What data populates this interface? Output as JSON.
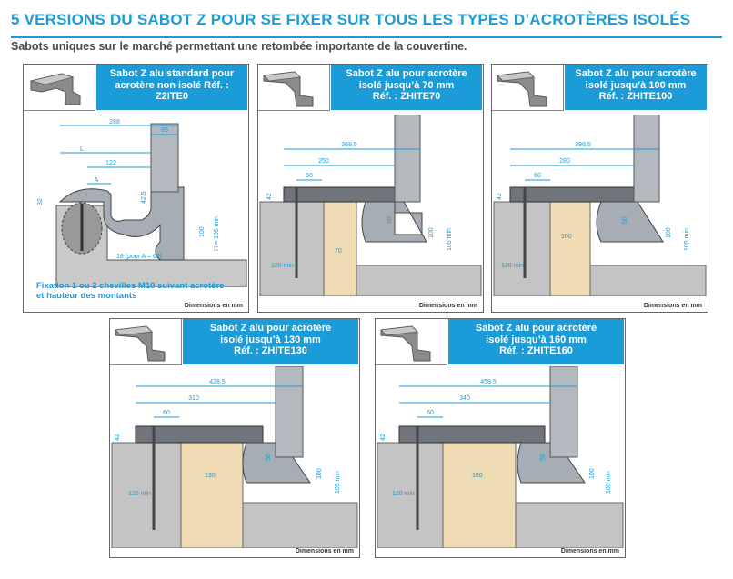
{
  "header": {
    "title": "5 VERSIONS DU SABOT Z POUR SE FIXER SUR TOUS LES TYPES D’ACROTÈRES ISOLÉS",
    "subtitle": "Sabots uniques sur le marché permettant une retombée importante de la couvertine."
  },
  "panels": {
    "p1": {
      "title_lines": [
        "Sabot Z alu standard pour",
        "acrotère non isolé Réf. :",
        "Z2ITE0"
      ],
      "dims": {
        "total": "288",
        "tube": "65",
        "l": "L",
        "mid": "122",
        "a": "A",
        "top": "42,5",
        "left": "32",
        "h100": "100",
        "h": "H = 105 min",
        "bottom": "18 (pour A = 60)"
      },
      "fixation": "Fixation 1 ou 2 chevilles M10 suivant acrotère et hauteur des montants",
      "footer": "Dimensions en mm"
    },
    "p2": {
      "title_lines": [
        "Sabot Z alu pour acrotère",
        "isolé jusqu’à 70 mm",
        "Réf. : ZHITE70"
      ],
      "dims": {
        "total": "368,5",
        "mid": "250",
        "small": "60",
        "left": "42",
        "b50": "50",
        "h100": "100",
        "h105": "105 min",
        "min120": "120 min",
        "ins": "70"
      },
      "footer": "Dimensions en mm"
    },
    "p3": {
      "title_lines": [
        "Sabot Z alu pour acrotère",
        "isolé jusqu’à 100 mm",
        "Réf. : ZHITE100"
      ],
      "dims": {
        "total": "398,5",
        "mid": "280",
        "small": "60",
        "left": "42",
        "b50": "50",
        "h100": "100",
        "h105": "105 min",
        "min120": "120 min",
        "ins": "100"
      },
      "footer": "Dimensions en mm"
    },
    "p4": {
      "title_lines": [
        "Sabot Z alu pour acrotère",
        "isolé jusqu’à 130 mm",
        "Réf. : ZHITE130"
      ],
      "dims": {
        "total": "428,5",
        "mid": "310",
        "small": "60",
        "left": "42",
        "b50": "50",
        "h100": "100",
        "h105": "105 min",
        "min120": "120 min",
        "ins": "130"
      },
      "footer": "Dimensions en mm"
    },
    "p5": {
      "title_lines": [
        "Sabot Z alu pour acrotère",
        "isolé jusqu’à 160 mm",
        "Réf. : ZHITE160"
      ],
      "dims": {
        "total": "458,5",
        "mid": "340",
        "small": "60",
        "left": "42",
        "b50": "50",
        "h100": "100",
        "h105": "105 min",
        "min120": "120 min",
        "ins": "160"
      },
      "footer": "Dimensions en mm"
    }
  },
  "colors": {
    "accent": "#1b9bd7",
    "concrete": "#bdbdbd",
    "insulation": "#efdcb4",
    "metal": "#9aa3ad"
  }
}
